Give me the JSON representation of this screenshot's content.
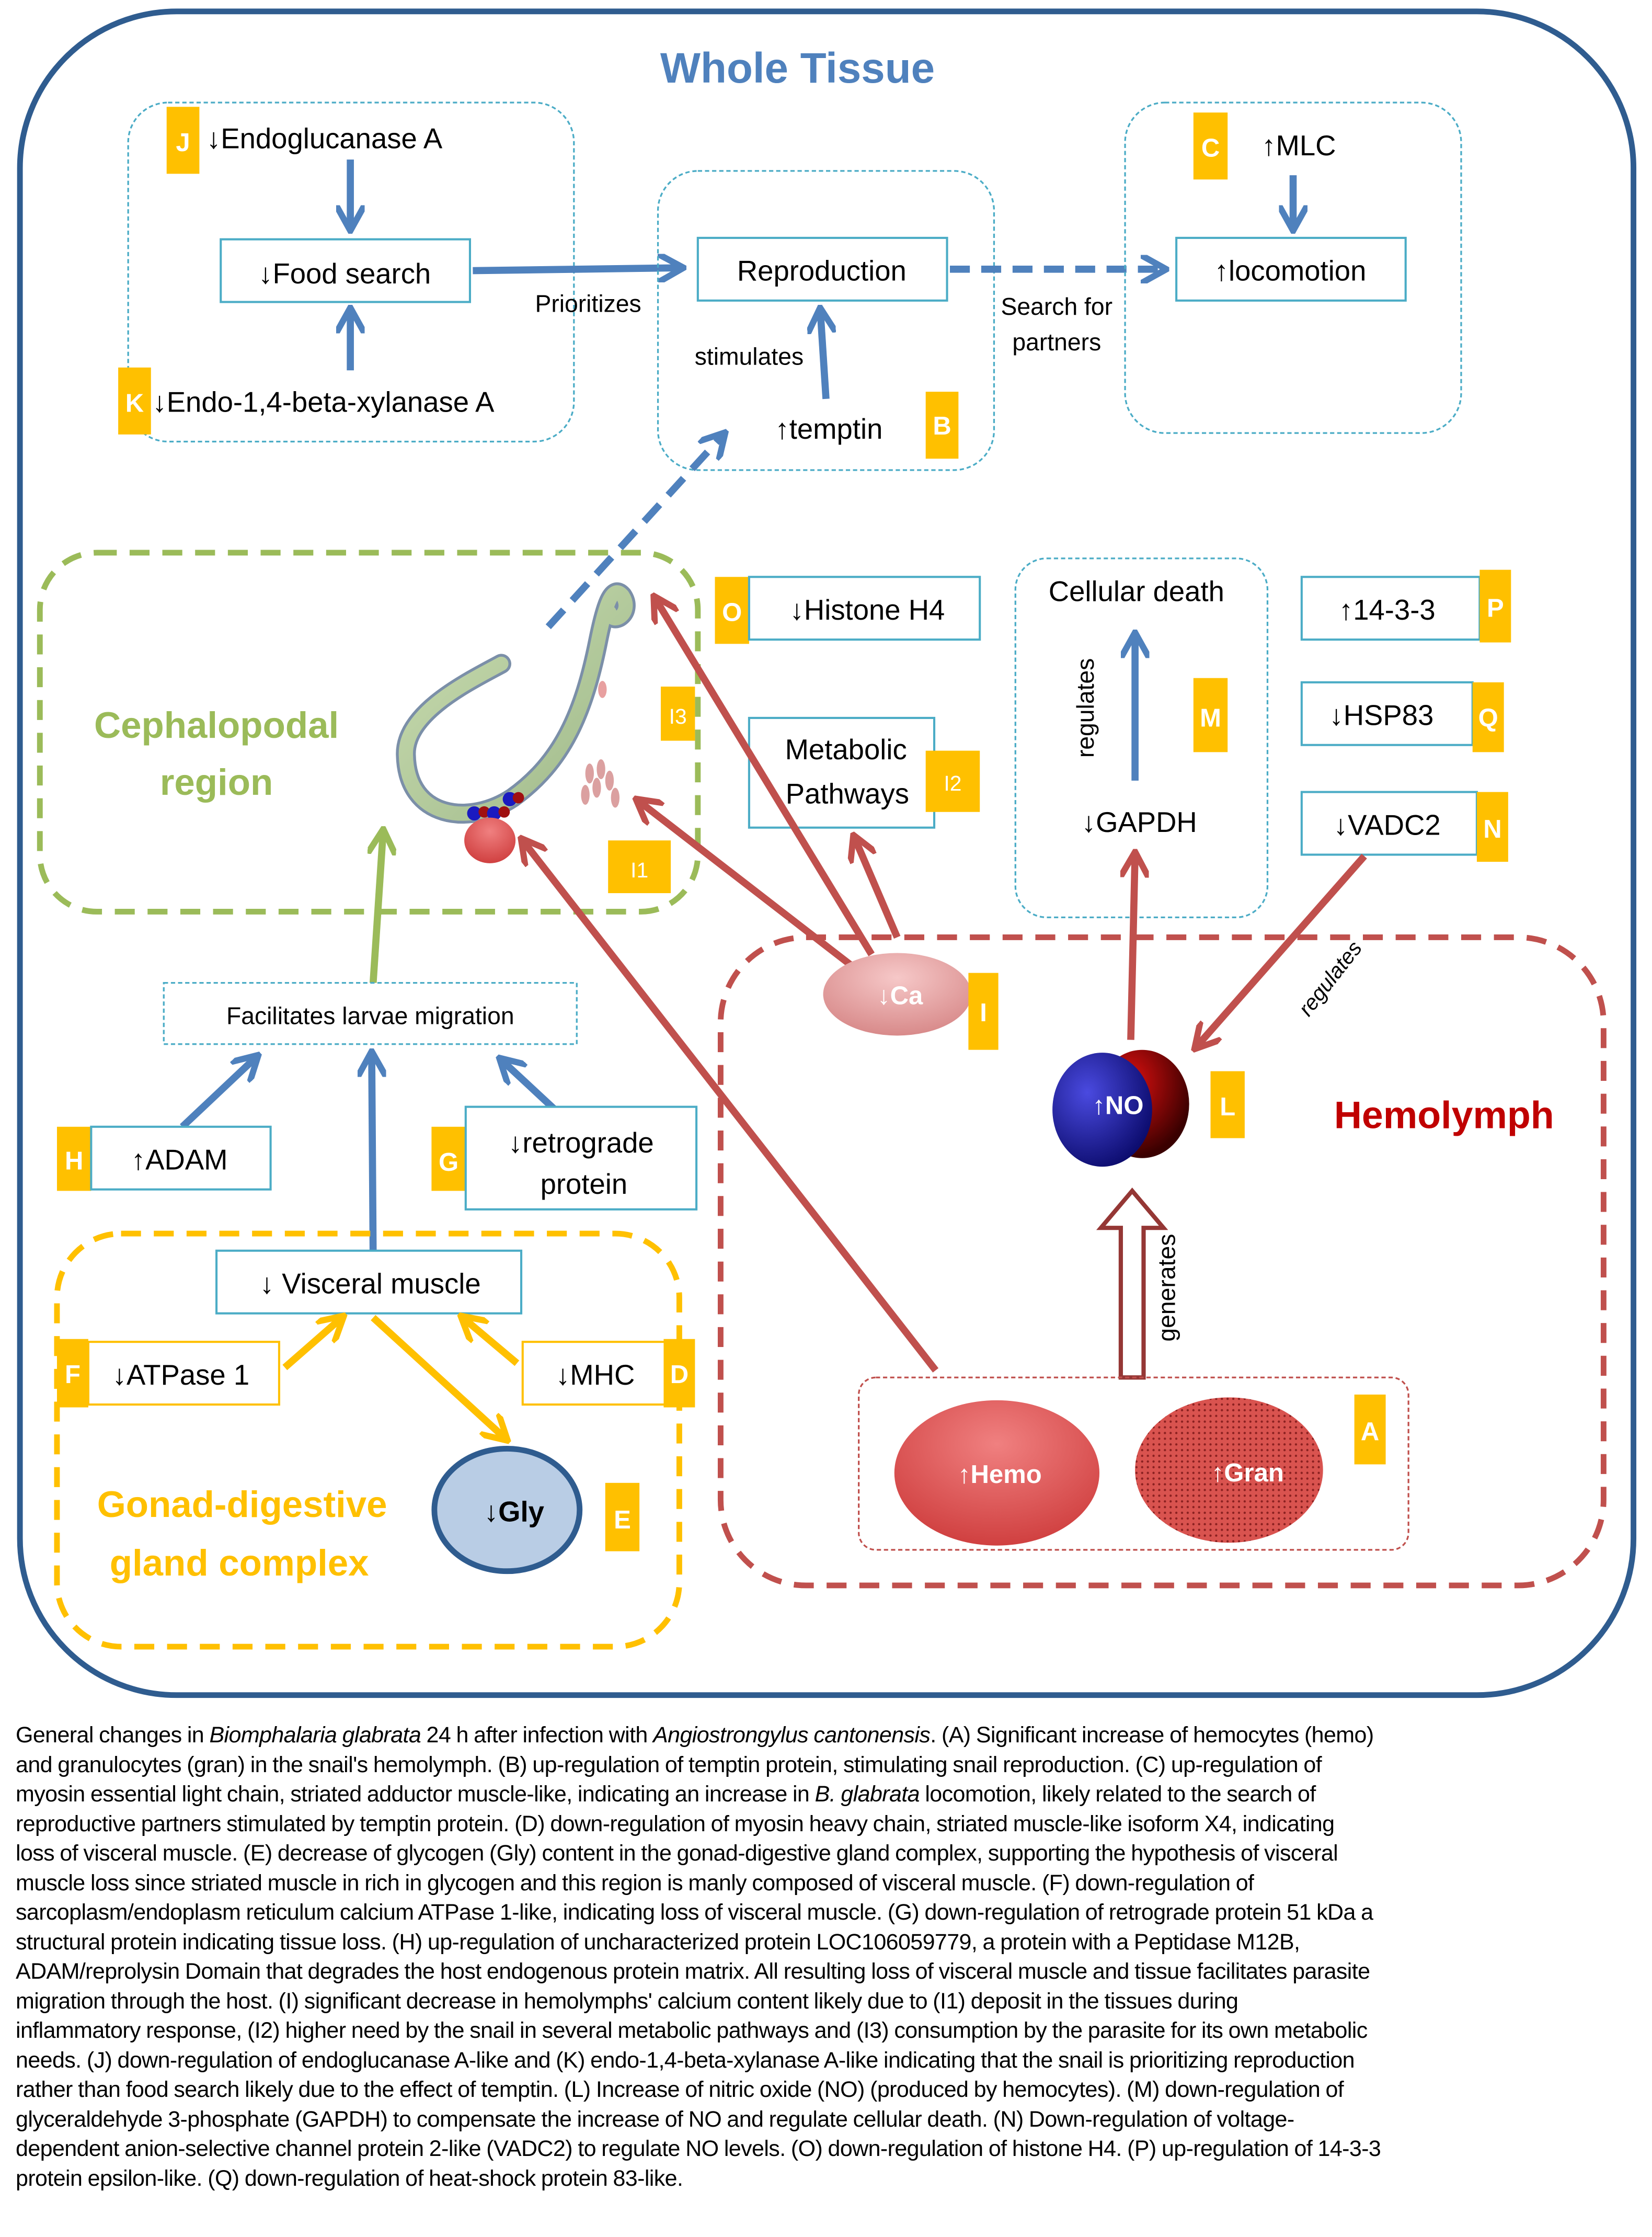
{
  "title": "Whole Tissue",
  "colors": {
    "frame": "#2f5c8f",
    "blue_arrow": "#4f81bd",
    "badge": "#ffc000",
    "teal_border": "#4bacc6",
    "green": "#9bbb59",
    "gold": "#ffc000",
    "red": "#c0504d",
    "hemolymph_text": "#c00000"
  },
  "regions": {
    "cephalopodal": [
      "Cephalopodal",
      "region"
    ],
    "gonad": [
      "Gonad-digestive",
      "gland complex"
    ],
    "hemolymph": "Hemolymph"
  },
  "nodes": {
    "endoglucanase": "↓Endoglucanase A",
    "food_search": "↓Food search",
    "xylanase": "↓Endo-1,4-beta-xylanase A",
    "reproduction": "Reproduction",
    "temptin": "↑temptin",
    "mlc": "↑MLC",
    "locomotion": "↑locomotion",
    "histone": "↓Histone H4",
    "metabolic": [
      "Metabolic",
      "Pathways"
    ],
    "cellular_death": "Cellular death",
    "gapdh": "↓GAPDH",
    "p1433": "↑14-3-3",
    "hsp83": "↓HSP83",
    "vadc2": "↓VADC2",
    "facilitates": "Facilitates larvae migration",
    "adam": "↑ADAM",
    "retrograde": [
      "↓retrograde",
      "protein"
    ],
    "visceral": "↓ Visceral muscle",
    "atpase": "↓ATPase 1",
    "mhc": "↓MHC",
    "gly": "↓Gly",
    "ca": "↓Ca",
    "no": "↑NO",
    "hemo": "↑Hemo",
    "gran": "↑Gran"
  },
  "edge_labels": {
    "prioritizes": "Prioritizes",
    "stimulates": "stimulates",
    "search_partners": [
      "Search for",
      "partners"
    ],
    "regulates_m": "regulates",
    "regulates_n": "regulates",
    "generates": "generates"
  },
  "badges": {
    "A": "A",
    "B": "B",
    "C": "C",
    "D": "D",
    "E": "E",
    "F": "F",
    "G": "G",
    "H": "H",
    "I": "I",
    "I1": "I1",
    "I2": "I2",
    "I3": "I3",
    "J": "J",
    "K": "K",
    "L": "L",
    "M": "M",
    "N": "N",
    "O": "O",
    "P": "P",
    "Q": "Q"
  },
  "caption": {
    "lines": [
      [
        "General changes in ",
        {
          "i": "Biomphalaria glabrata"
        },
        " 24 h after infection with ",
        {
          "i": "Angiostrongylus cantonensis"
        },
        ". (A) Significant increase of hemocytes (hemo)"
      ],
      [
        "and granulocytes (gran) in the snail's hemolymph. (B) up-regulation of temptin protein, stimulating snail reproduction. (C) up-regulation of"
      ],
      [
        "myosin essential light chain, striated adductor muscle-like, indicating an increase in ",
        {
          "i": "B. glabrata"
        },
        " locomotion, likely related to the search of"
      ],
      [
        "reproductive partners stimulated by temptin protein. (D) down-regulation of myosin heavy chain, striated muscle-like isoform X4, indicating"
      ],
      [
        "loss of visceral muscle. (E) decrease of glycogen (Gly) content in the gonad-digestive gland complex, supporting the hypothesis of visceral"
      ],
      [
        "muscle loss since striated muscle in rich in glycogen and this region is manly composed of visceral muscle. (F) down-regulation of"
      ],
      [
        "sarcoplasm/endoplasm reticulum calcium ATPase 1-like, indicating loss of visceral muscle. (G) down-regulation of retrograde protein 51 kDa a"
      ],
      [
        "structural protein indicating tissue loss. (H) up-regulation of uncharacterized protein LOC106059779, a protein with a Peptidase M12B,"
      ],
      [
        "ADAM/reprolysin Domain that degrades the host endogenous protein matrix. All resulting loss of visceral muscle and tissue facilitates parasite"
      ],
      [
        "migration through the host. (I) significant decrease in hemolymphs' calcium content likely due to (I1) deposit in the tissues during"
      ],
      [
        "inflammatory response, (I2) higher need by the snail in several metabolic pathways and (I3) consumption by the parasite for its own metabolic"
      ],
      [
        "needs. (J) down-regulation of endoglucanase A-like and (K) endo-1,4-beta-xylanase A-like indicating that the snail is prioritizing reproduction"
      ],
      [
        "rather than food search likely due to the effect of temptin. (L) Increase of nitric oxide (NO) (produced by hemocytes). (M) down-regulation of"
      ],
      [
        "glyceraldehyde 3-phosphate (GAPDH) to compensate the increase of NO and regulate cellular death. (N) Down-regulation of voltage-"
      ],
      [
        "dependent anion-selective channel protein 2-like (VADC2) to regulate NO levels. (O) down-regulation of histone H4. (P) up-regulation of 14-3-3"
      ],
      [
        "protein epsilon-like. (Q) down-regulation of heat-shock protein 83-like."
      ]
    ]
  }
}
